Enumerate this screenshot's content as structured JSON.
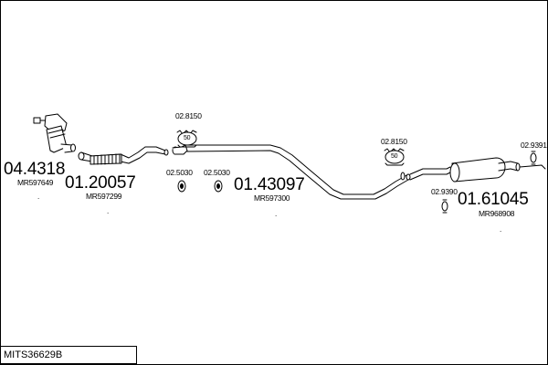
{
  "diagram": {
    "model_code": "MITS36629B",
    "parts": [
      {
        "number": "04.4318",
        "ref": "MR597649"
      },
      {
        "number": "01.20057",
        "ref": "MR597299"
      },
      {
        "number": "01.43097",
        "ref": "MR597300"
      },
      {
        "number": "01.61045",
        "ref": "MR968908"
      }
    ],
    "accessories": [
      {
        "number": "02.8150"
      },
      {
        "number": "02.5030"
      },
      {
        "number": "02.5030"
      },
      {
        "number": "02.8150"
      },
      {
        "number": "02.9390"
      },
      {
        "number": "02.9391"
      }
    ],
    "clamp_label": "50"
  }
}
